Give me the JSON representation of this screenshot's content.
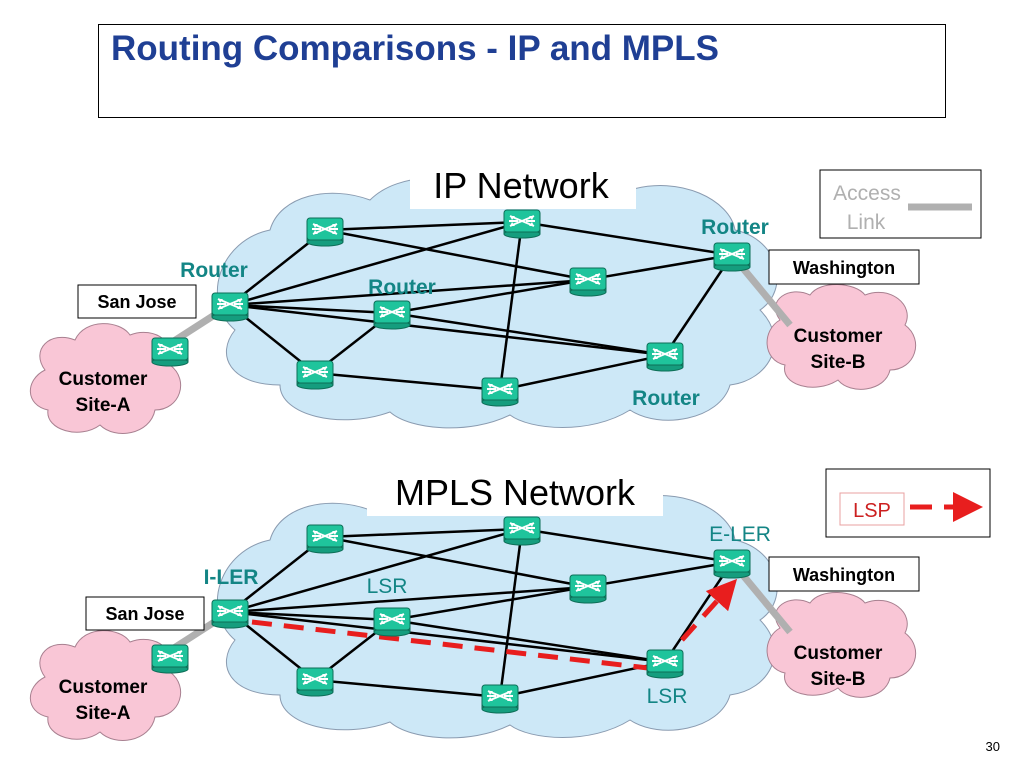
{
  "slide": {
    "title": "Routing Comparisons - IP and MPLS",
    "page_number": "30"
  },
  "ip_network": {
    "title": "IP Network",
    "router_label": "Router",
    "san_jose": "San Jose",
    "washington": "Washington",
    "site_a": [
      "Customer",
      "Site-A"
    ],
    "site_b": [
      "Customer",
      "Site-B"
    ]
  },
  "mpls_network": {
    "title": "MPLS Network",
    "i_ler": "I-LER",
    "e_ler": "E-LER",
    "lsr": "LSR",
    "san_jose": "San Jose",
    "washington": "Washington",
    "site_a": [
      "Customer",
      "Site-A"
    ],
    "site_b": [
      "Customer",
      "Site-B"
    ]
  },
  "legend": {
    "access_link": [
      "Access",
      "Link"
    ],
    "lsp": "LSP"
  },
  "colors": {
    "title_blue": "#1f3f94",
    "label_teal": "#138585",
    "cloud_blue": "#cde8f7",
    "cloud_pink": "#f9c6d6",
    "router_green": "#1fc49c",
    "lsp_red": "#e81e1e",
    "access_gray": "#b0b0b0"
  }
}
